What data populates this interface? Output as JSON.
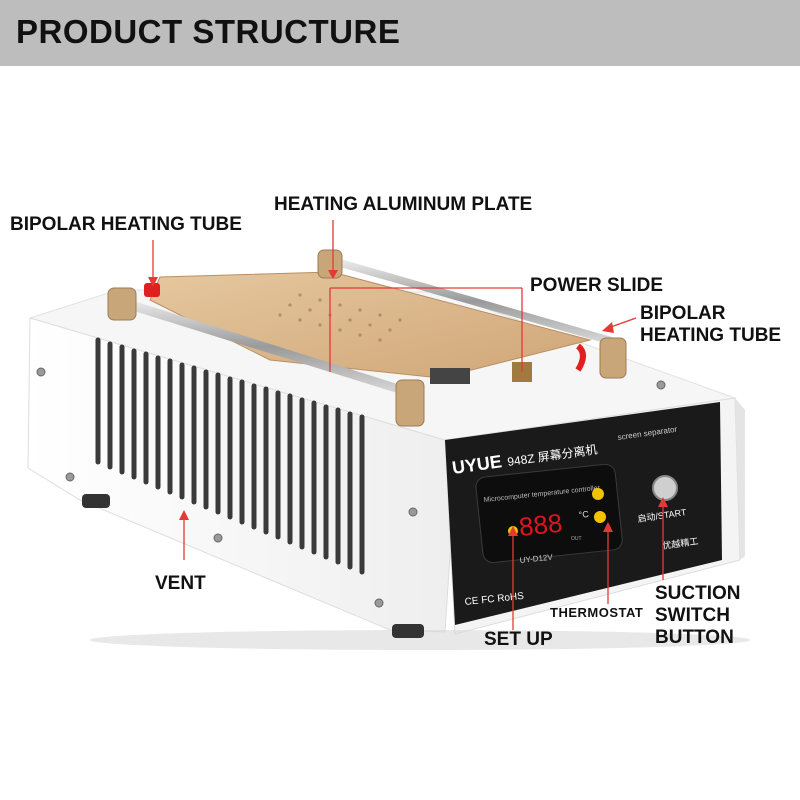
{
  "banner": {
    "title": "PRODUCT STRUCTURE"
  },
  "labels": {
    "heating_plate": "HEATING ALUMINUM PLATE",
    "tube_left": "BIPOLAR HEATING TUBE",
    "power_slide": "POWER SLIDE",
    "tube_right_1": "BIPOLAR",
    "tube_right_2": "HEATING TUBE",
    "vent": "VENT",
    "set_up": "SET UP",
    "thermostat": "THERMOSTAT",
    "suction_1": "SUCTION",
    "suction_2": "SWITCH",
    "suction_3": "BUTTON"
  },
  "device": {
    "brand": "UYUE",
    "model": "948Z 屏幕分离机",
    "model_subtitle": "screen separator",
    "controller_title": "Microcomputer temperature controller",
    "display_value": "888",
    "unit": "°C",
    "out_label": "OUT",
    "controller_model": "UY-D12V",
    "start_label": "启动/START",
    "maker_mark": "优越精工",
    "cert_marks": "CE FC RoHS"
  },
  "colors": {
    "banner": "#bdbdbd",
    "leader_line": "#e53935",
    "plate": "#d9b68c",
    "display_digits": "#e0141e",
    "arrow_buttons": "#f2c200"
  }
}
